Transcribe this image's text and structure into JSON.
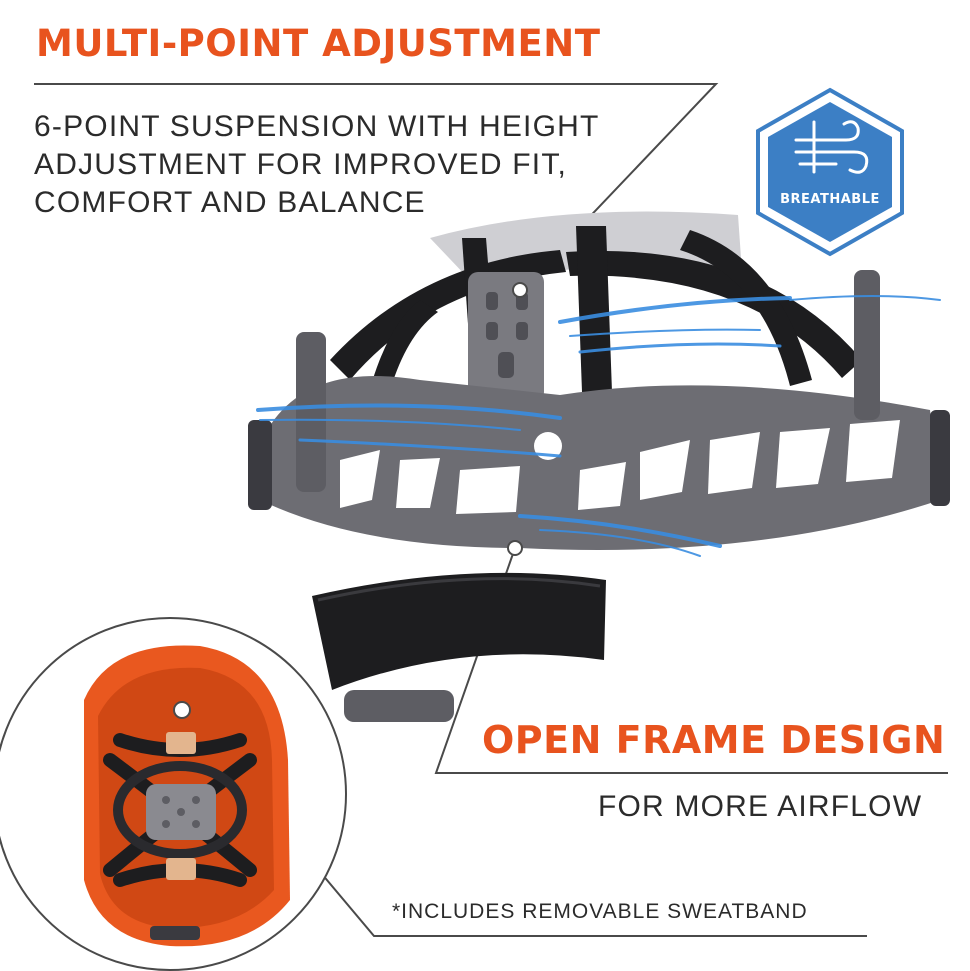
{
  "colors": {
    "accent": "#e8531e",
    "text": "#2b2b2b",
    "badge_blue": "#3c7fc5",
    "frame_gray": "#6d6d73",
    "strap_black": "#1d1d1f",
    "helmet_orange": "#e9581f",
    "airflow_blue": "#3a8de0"
  },
  "feature_top": {
    "title": "MULTI-POINT ADJUSTMENT",
    "description_lines": [
      "6-POINT SUSPENSION WITH HEIGHT",
      "ADJUSTMENT FOR IMPROVED FIT,",
      "COMFORT AND BALANCE"
    ]
  },
  "badge": {
    "label": "BREATHABLE",
    "icon": "wind-icon"
  },
  "feature_bottom": {
    "title": "OPEN FRAME DESIGN",
    "description": "FOR MORE AIRFLOW"
  },
  "footnote": "*INCLUDES REMOVABLE SWEATBAND",
  "images": {
    "suspension": "hard-hat-suspension-frame",
    "inset": "orange-hard-hat-underside"
  }
}
